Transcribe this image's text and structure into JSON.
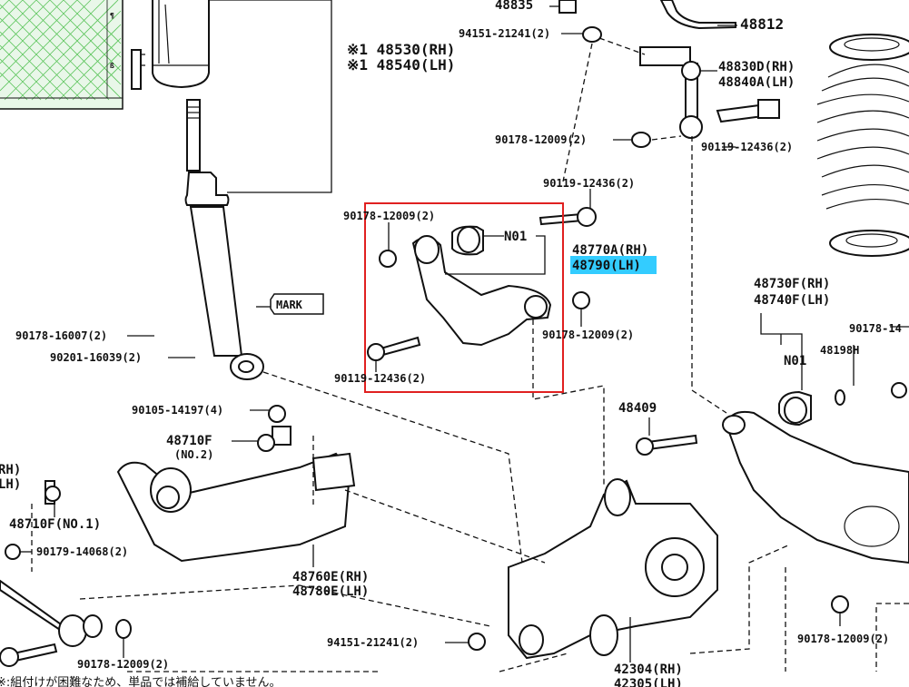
{
  "diagram": {
    "labels": {
      "p48835": "48835",
      "p48812": "48812",
      "p94151_top": "94151-21241(2)",
      "p48530": "※1 48530(RH)",
      "p48540": "※1 48540(LH)",
      "p48830": "48830D(RH)",
      "p48840": "48840A(LH)",
      "p90178_top": "90178-12009(2)",
      "p90119_top": "90119-12436(2)",
      "p90119_box": "90119-12436(2)",
      "p90178_box": "90178-12009(2)",
      "n01_box": "N01",
      "p48770": "48770A(RH)",
      "p48790": "48790(LH)",
      "mark": "MARK",
      "p90178_16007": "90178-16007(2)",
      "p90201": "90201-16039(2)",
      "p90178_box_r": "90178-12009(2)",
      "p90119_box_b": "90119-12436(2)",
      "p48730": "48730F(RH)",
      "p48740": "48740F(LH)",
      "p90178_14": "90178-14",
      "n01_right": "N01",
      "p48198": "48198H",
      "p90105": "90105-14197(4)",
      "p48409": "48409",
      "p48710f": "48710F",
      "no2": "(NO.2)",
      "rh_frag": "RH)",
      "lh_frag": "LH)",
      "p48710f_no1": "48710F(NO.1)",
      "p90179": "90179-14068(2)",
      "p48760": "48760E(RH)",
      "p48780": "48780E(LH)",
      "p94151_bot": "94151-21241(2)",
      "p90178_bot": "90178-12009(2)",
      "p90178_br": "90178-12009(2)",
      "p42304": "42304(RH)",
      "p42305": "42305(LH)",
      "note_jp": "※:組付けが困難なため、単品では補給していません。"
    },
    "highlight_color": "#33ccff",
    "box_color": "#e02020"
  }
}
